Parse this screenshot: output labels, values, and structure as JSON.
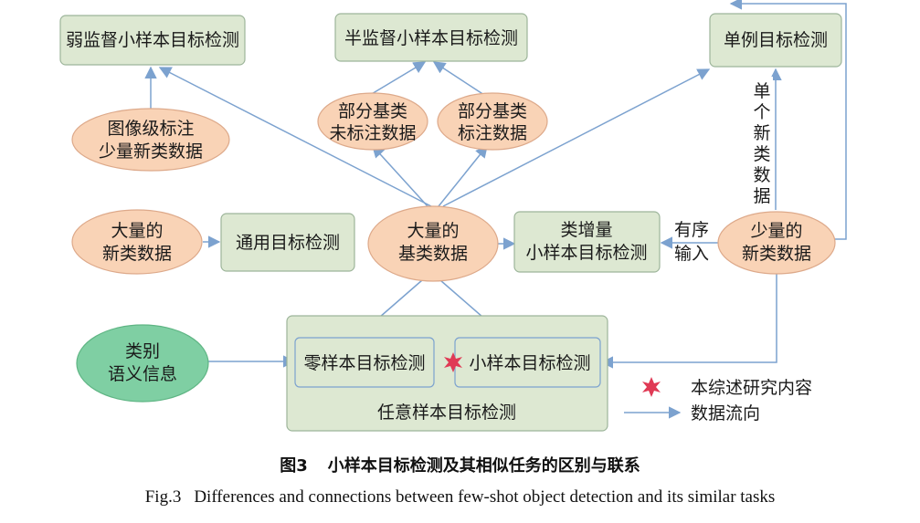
{
  "nodes": {
    "weak_supervised": "弱监督小样本目标检测",
    "semi_supervised": "半监督小样本目标检测",
    "single_example": "单例目标检测",
    "image_level_line1": "图像级标注",
    "image_level_line2": "少量新类数据",
    "partial_unlabeled_line1": "部分基类",
    "partial_unlabeled_line2": "未标注数据",
    "partial_labeled_line1": "部分基类",
    "partial_labeled_line2": "标注数据",
    "many_novel_line1": "大量的",
    "many_novel_line2": "新类数据",
    "general_detection": "通用目标检测",
    "many_base_line1": "大量的",
    "many_base_line2": "基类数据",
    "incremental_line1": "类增量",
    "incremental_line2": "小样本目标检测",
    "few_novel_line1": "少量的",
    "few_novel_line2": "新类数据",
    "semantic_line1": "类别",
    "semantic_line2": "语义信息",
    "zero_shot": "零样本目标检测",
    "few_shot": "小样本目标检测",
    "any_shot": "任意样本目标检测"
  },
  "edge_labels": {
    "ordered_line1": "有序",
    "ordered_line2": "输入",
    "single_new_class": [
      "单",
      "个",
      "新",
      "类",
      "数",
      "据"
    ]
  },
  "legend": {
    "star_label": "本综述研究内容",
    "arrow_label": "数据流向"
  },
  "caption": {
    "cn_fig": "图3",
    "cn_text": "小样本目标检测及其相似任务的区别与联系",
    "en_fig": "Fig.3",
    "en_text": "Differences and connections between few-shot object detection and its similar tasks"
  },
  "colors": {
    "box_fill": "#dde8d2",
    "box_stroke": "#9db59a",
    "ellipse_fill": "#f9d3b6",
    "ellipse_stroke": "#dda98a",
    "semantic_fill": "#7fcfa3",
    "semantic_stroke": "#5fb584",
    "arrow": "#7ca2cf",
    "star": "#e03a55"
  }
}
